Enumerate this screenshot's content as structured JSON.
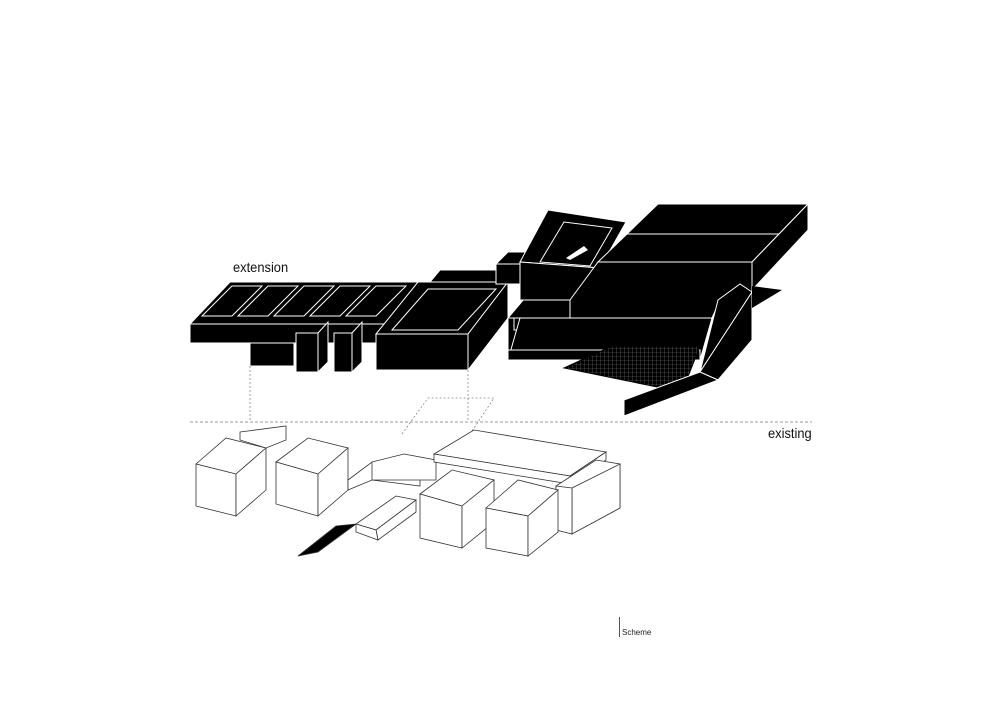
{
  "diagram": {
    "labels": {
      "extension": "extension",
      "existing": "existing",
      "caption": "Scheme"
    },
    "colors": {
      "extension_fill": "#000000",
      "extension_edge": "#ffffff",
      "existing_fill": "#ffffff",
      "existing_edge": "#333333",
      "divider": "#777777",
      "projection": "#888888"
    }
  }
}
